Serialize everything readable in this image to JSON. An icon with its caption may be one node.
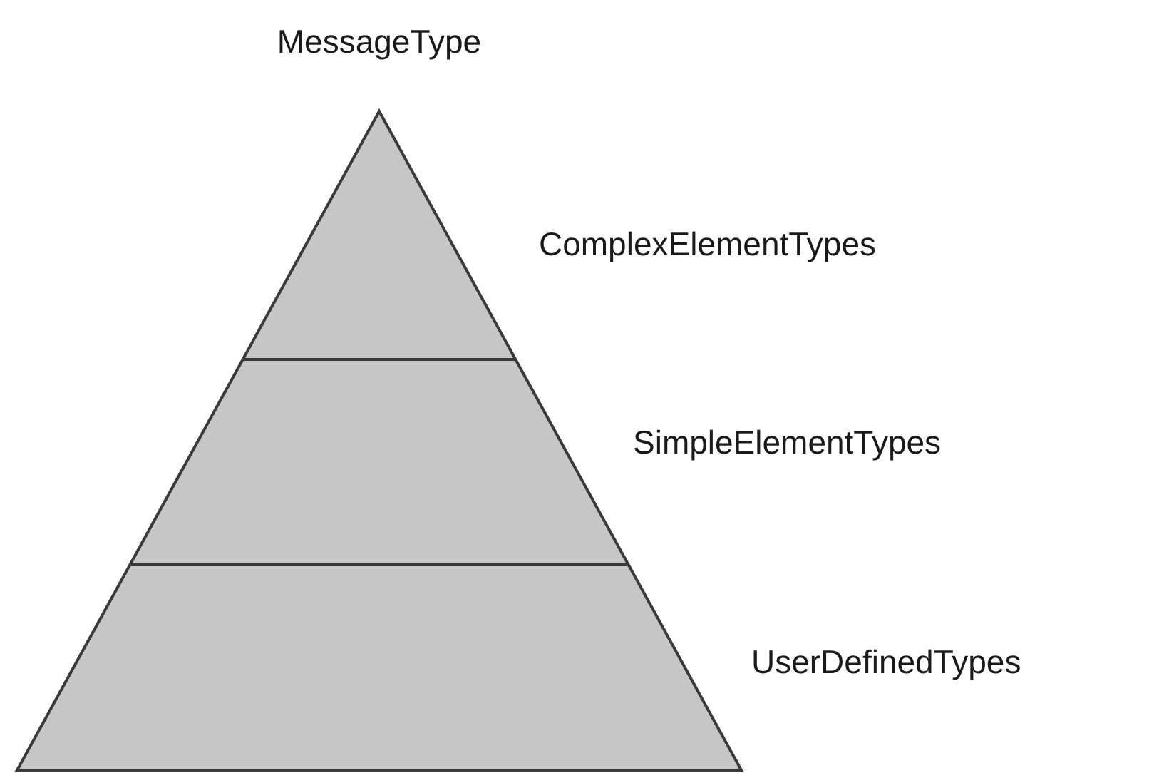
{
  "diagram": {
    "labels": [
      "MessageType",
      "ComplexElementTypes",
      "SimpleElementTypes",
      "UserDefinedTypes"
    ]
  }
}
